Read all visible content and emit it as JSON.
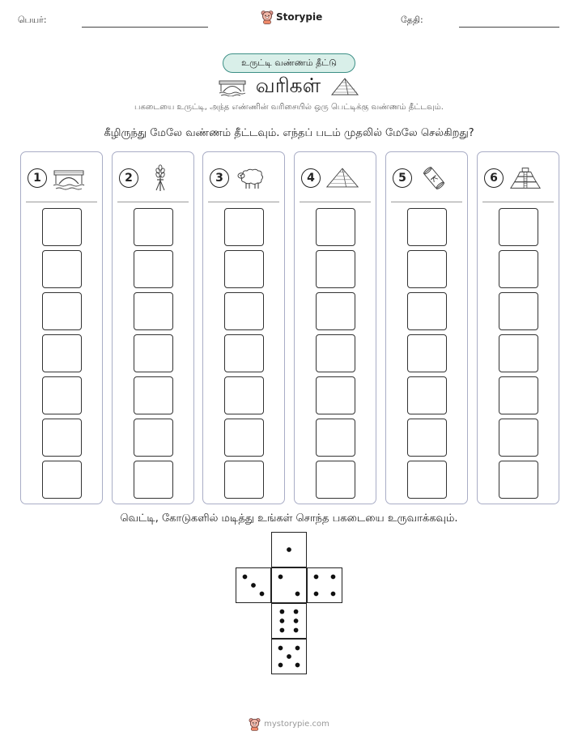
{
  "header": {
    "name_label": "பெயர்:",
    "date_label": "தேதி:",
    "brand_name": "Storypie",
    "brand_icon": "bear-mascot-icon"
  },
  "activity_badge": "உருட்டி வண்ணம் தீட்டு",
  "title": {
    "text": "வரிகள்",
    "left_icon": "bridge-icon",
    "right_icon": "pyramid-icon"
  },
  "subtitle": "பகடையை உருட்டி, அந்த எண்ணின் வரிசையில் ஒரு பெட்டிக்கு வண்ணம் தீட்டவும்.",
  "instruction": "கீழிருந்து மேலே வண்ணம் தீட்டவும். எந்தப் படம் முதலில் மேலே செல்கிறது?",
  "columns": [
    {
      "number": "1",
      "icon": "bridge-icon",
      "boxes": 7
    },
    {
      "number": "2",
      "icon": "wheat-icon",
      "boxes": 7
    },
    {
      "number": "3",
      "icon": "sheep-icon",
      "boxes": 7
    },
    {
      "number": "4",
      "icon": "pyramid-icon",
      "boxes": 7
    },
    {
      "number": "5",
      "icon": "scroll-icon",
      "boxes": 7
    },
    {
      "number": "6",
      "icon": "temple-icon",
      "boxes": 7
    }
  ],
  "cut_instruction": "வெட்டி, கோடுகளில் மடித்து உங்கள் சொந்த பகடையை உருவாக்கவும்.",
  "dice_net": [
    1,
    3,
    2,
    4,
    6,
    5
  ],
  "footer": {
    "text": "mystorypie.com",
    "icon": "bear-mascot-icon"
  }
}
